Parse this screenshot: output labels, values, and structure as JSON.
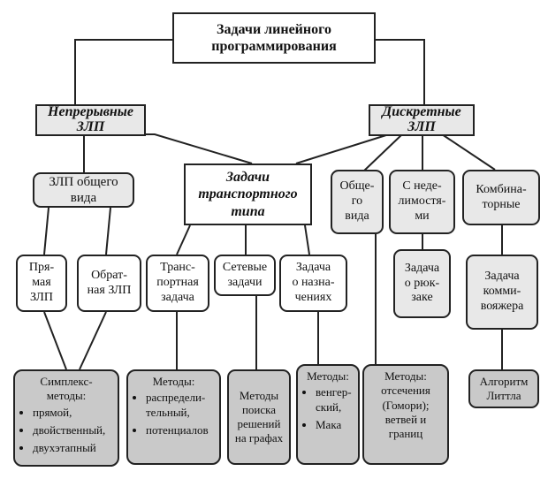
{
  "root": {
    "label": "Задачи линейного\nпрограммирования"
  },
  "continuous": {
    "label": "Непрерывные\nЗЛП"
  },
  "discrete": {
    "label": "Дискретные\nЗЛП"
  },
  "transport_type": {
    "label": "Задачи\nтранспортного\nтипа"
  },
  "general_lp": {
    "label": "ЗЛП общего\nвида"
  },
  "direct_lp": {
    "label": "Пря-\nмая\nЗЛП"
  },
  "dual_lp": {
    "label": "Обрат-\nная ЗЛП"
  },
  "transport_task": {
    "label": "Транс-\nпортная\nзадача"
  },
  "network_tasks": {
    "label": "Сетевые\nзадачи"
  },
  "assignment_task": {
    "label": "Задача\nо назна-\nчениях"
  },
  "general_view": {
    "label": "Обще-\nго\nвида"
  },
  "indivisible": {
    "label": "С неде-\nлимостя-\nми"
  },
  "combinatorial": {
    "label": "Комбина-\nторные"
  },
  "knapsack": {
    "label": "Задача\nо рюк-\nзаке"
  },
  "salesman": {
    "label": "Задача\nкомми-\nвояжера"
  },
  "little": {
    "label": "Алгоритм\nЛиттла"
  },
  "simplex": {
    "title": "Симплекс-\nметоды:",
    "items": [
      "прямой,",
      "двойственный,",
      "двухэтапный"
    ]
  },
  "transport_methods": {
    "title": "Методы:",
    "items": [
      "распредели-\nтельный,",
      "потенциалов"
    ]
  },
  "network_methods": {
    "label": "Методы\nпоиска\nрешений\nна графах"
  },
  "assignment_methods": {
    "title": "Методы:",
    "items": [
      "венгер-\nский,",
      "Мака"
    ]
  },
  "discrete_methods": {
    "title": "Методы:",
    "lines": "отсечения\n(Гомори);\nветвей и\nграниц"
  }
}
